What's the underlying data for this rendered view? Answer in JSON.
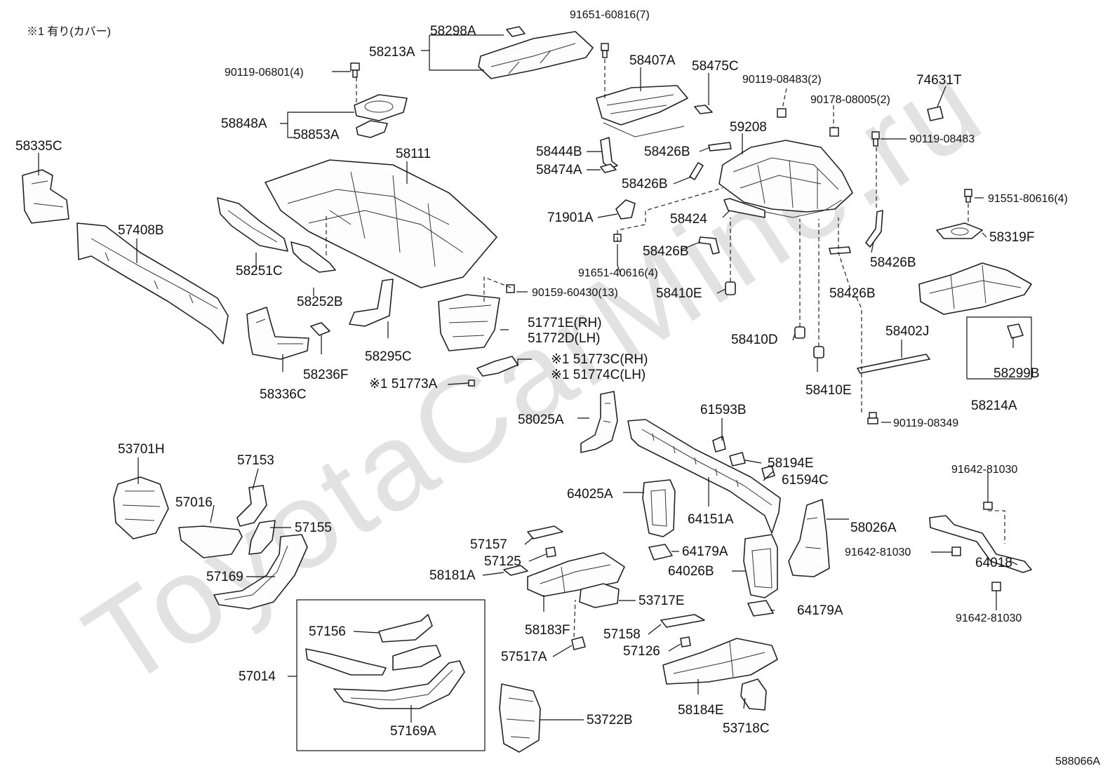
{
  "note": "※1 有り(カバー)",
  "diagram_code": "588066A",
  "watermark": "ToyotaCarMine.ru",
  "labels": {
    "p58298A": "58298A",
    "p58213A": "58213A",
    "p91651_60816": "91651-60816(7)",
    "p90119_06801": "90119-06801(4)",
    "p58407A": "58407A",
    "p58475C": "58475C",
    "p90119_08483_2": "90119-08483(2)",
    "p74631T": "74631T",
    "p90178_08005": "90178-08005(2)",
    "p58848A": "58848A",
    "p58853A": "58853A",
    "p59208": "59208",
    "p90119_08483": "90119-08483",
    "p58335C": "58335C",
    "p58111": "58111",
    "p58444B": "58444B",
    "p58426B_1": "58426B",
    "p58474A": "58474A",
    "p58426B_2": "58426B",
    "p91551_80616": "91551-80616(4)",
    "p71901A": "71901A",
    "p58424": "58424",
    "p58319F": "58319F",
    "p57408B": "57408B",
    "p58426B_3": "58426B",
    "p58426B_4": "58426B",
    "p91651_40616": "91651-40616(4)",
    "p58251C": "58251C",
    "p90159_60430": "90159-60430(13)",
    "p58410E_1": "58410E",
    "p58426B_5": "58426B",
    "p58252B": "58252B",
    "p51771E": "51771E(RH)",
    "p51772D": "51772D(LH)",
    "p58410D": "58410D",
    "p58402J": "58402J",
    "p58295C": "58295C",
    "p58236F": "58236F",
    "p51773C": "※1 51773C(RH)",
    "p51774C": "※1 51774C(LH)",
    "p58299B": "58299B",
    "p51773A": "※1 51773A",
    "p58336C": "58336C",
    "p58410E_2": "58410E",
    "p58214A": "58214A",
    "p58025A": "58025A",
    "p61593B": "61593B",
    "p90119_08349": "90119-08349",
    "p53701H": "53701H",
    "p57153": "57153",
    "p58194E": "58194E",
    "p61594C": "61594C",
    "p91642_81030_1": "91642-81030",
    "p64025A": "64025A",
    "p57016": "57016",
    "p57155": "57155",
    "p64151A": "64151A",
    "p58026A": "58026A",
    "p57157": "57157",
    "p64179A_1": "64179A",
    "p91642_81030_2": "91642-81030",
    "p57125": "57125",
    "p57169": "57169",
    "p64026B": "64026B",
    "p64018": "64018",
    "p58181A": "58181A",
    "p53717E": "53717E",
    "p64179A_2": "64179A",
    "p91642_81030_3": "91642-81030",
    "p57156": "57156",
    "p58183F": "58183F",
    "p57158": "57158",
    "p57126": "57126",
    "p57014": "57014",
    "p57517A": "57517A",
    "p53722B": "53722B",
    "p58184E": "58184E",
    "p53718C": "53718C",
    "p57169A": "57169A"
  }
}
